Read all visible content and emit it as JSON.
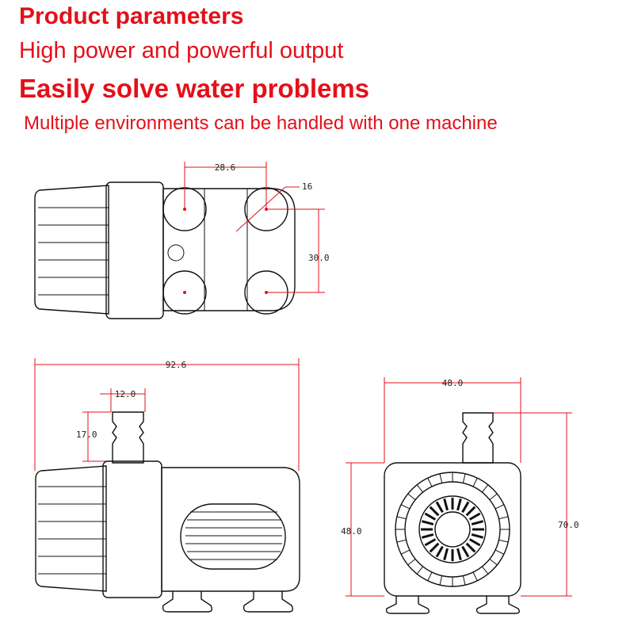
{
  "headings": {
    "title": "Product parameters",
    "line1": "High power and powerful output",
    "line2": "Easily solve water problems",
    "line3": "Multiple environments can be handled with one machine"
  },
  "dimensions": {
    "top_spacing": "28.6",
    "top_diameter": "16",
    "top_height": "30.0",
    "side_length": "92.6",
    "side_outlet_width": "12.0",
    "side_outlet_height": "17.0",
    "front_width": "48.0",
    "front_body_height": "48.0",
    "front_total_height": "70.0"
  },
  "colors": {
    "heading": "#e3101a",
    "dimension_line": "#e3101a",
    "outline": "#111111"
  }
}
